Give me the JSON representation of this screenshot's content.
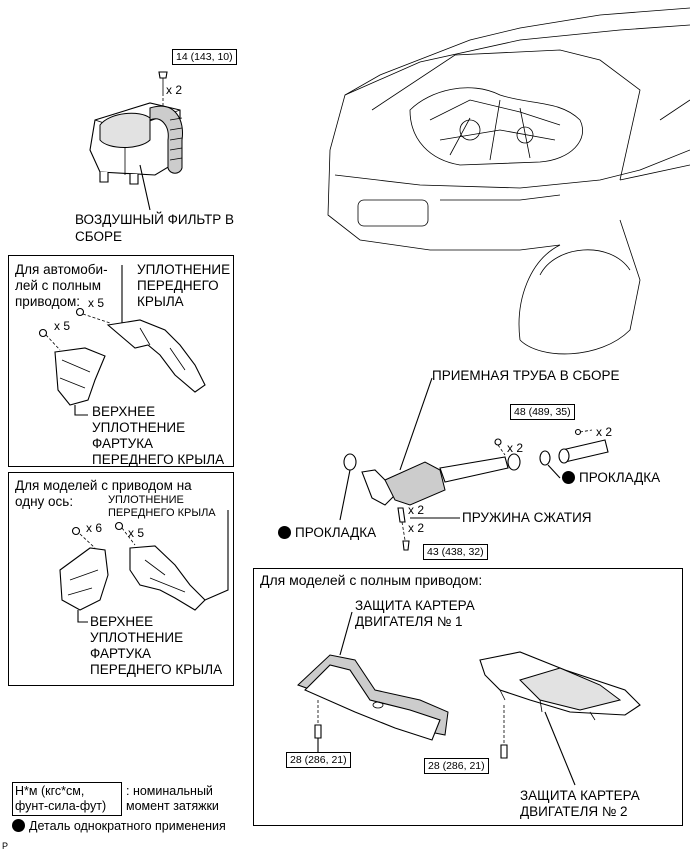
{
  "air_filter": {
    "torque": "14 (143, 10)",
    "qty": "x 2",
    "label_line1": "ВОЗДУШНЫЙ ФИЛЬТР В",
    "label_line2": "СБОРЕ"
  },
  "awd_fender_box": {
    "heading_line1": "Для автомоби-",
    "heading_line2": "лей с полным",
    "heading_line3": "приводом:",
    "qty_a": "x 5",
    "qty_b": "x 5",
    "seal_line1": "УПЛОТНЕНИЕ",
    "seal_line2": "ПЕРЕДНЕГО",
    "seal_line3": "КРЫЛА",
    "upper_line1": "ВЕРХНЕЕ",
    "upper_line2": "УПЛОТНЕНИЕ",
    "upper_line3": "ФАРТУКА",
    "upper_line4": "ПЕРЕДНЕГО КРЫЛА"
  },
  "twd_fender_box": {
    "heading_line1": "Для моделей с приводом на",
    "heading_line2": "одну ось:",
    "qty_a": "x 6",
    "qty_b": "x 5",
    "seal_line1": "УПЛОТНЕНИЕ",
    "seal_line2": "ПЕРЕДНЕГО КРЫЛА",
    "upper_line1": "ВЕРХНЕЕ",
    "upper_line2": "УПЛОТНЕНИЕ",
    "upper_line3": "ФАРТУКА",
    "upper_line4": "ПЕРЕДНЕГО КРЫЛА"
  },
  "exhaust": {
    "pipe_label": "ПРИЕМНАЯ ТРУБА В СБОРЕ",
    "torque_top": "48 (489, 35)",
    "qty_top": "x 2",
    "qty_right": "x 2",
    "gasket_right": "ПРОКЛАДКА",
    "gasket_left": "ПРОКЛАДКА",
    "spring_qty": "x 2",
    "bolt_qty": "x 2",
    "spring_label": "ПРУЖИНА СЖАТИЯ",
    "torque_bottom": "43 (438, 32)"
  },
  "awd_guard_box": {
    "heading": "Для моделей с полным приводом:",
    "guard1_line1": "ЗАЩИТА КАРТЕРА",
    "guard1_line2": "ДВИГАТЕЛЯ № 1",
    "torque_left": "28 (286, 21)",
    "torque_right": "28 (286, 21)",
    "guard2_line1": "ЗАЩИТА КАРТЕРА",
    "guard2_line2": "ДВИГАТЕЛЯ № 2"
  },
  "legend": {
    "unit_line1": "Н*м (кгс*см,",
    "unit_line2": "фунт-сила-фут)",
    "desc_line1": ": номинальный",
    "desc_line2": "момент затяжки",
    "non_reusable": "Деталь однократного применения"
  },
  "corner_mark": "P"
}
